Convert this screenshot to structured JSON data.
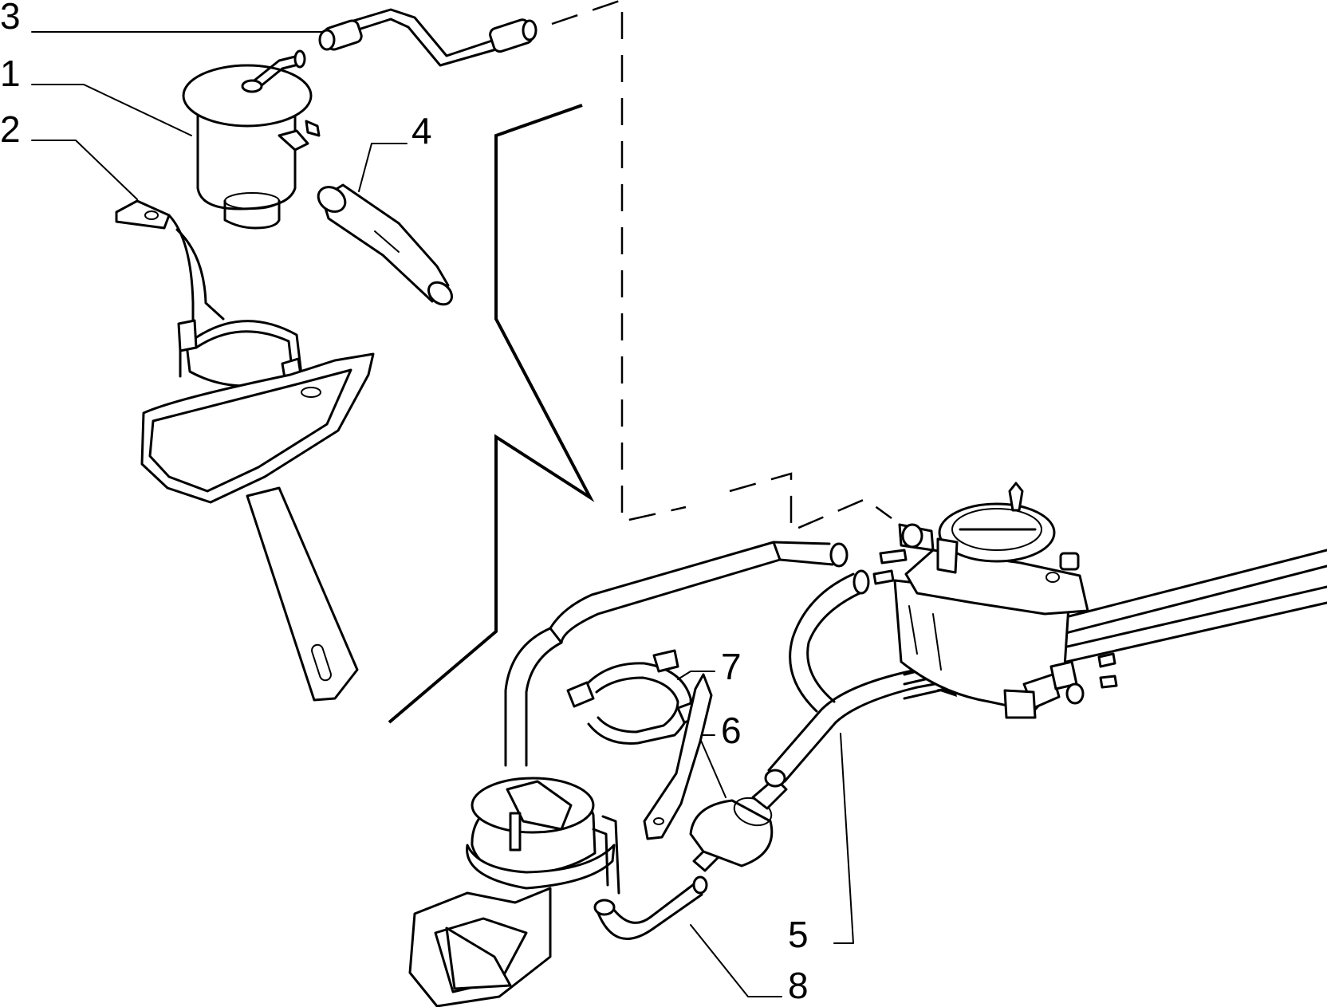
{
  "diagram": {
    "callouts": [
      {
        "id": "3",
        "label": "3"
      },
      {
        "id": "1",
        "label": "1"
      },
      {
        "id": "2",
        "label": "2"
      },
      {
        "id": "4",
        "label": "4"
      },
      {
        "id": "7",
        "label": "7"
      },
      {
        "id": "6",
        "label": "6"
      },
      {
        "id": "5",
        "label": "5"
      },
      {
        "id": "8",
        "label": "8"
      }
    ]
  }
}
